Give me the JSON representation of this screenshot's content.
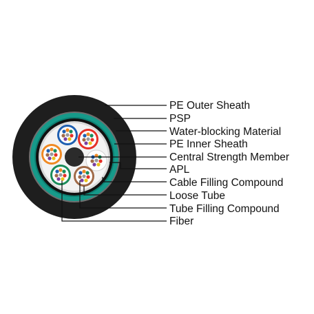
{
  "labels": [
    "PE Outer Sheath",
    "PSP",
    "Water-blocking Material",
    "PE Inner Sheath",
    "Central Strength Member",
    "APL",
    "Cable Filling Compound",
    "Loose Tube",
    "Tube Filling Compound",
    "Fiber"
  ],
  "colors": {
    "outer_sheath": "#1e1e1e",
    "psp": "#6e6e6e",
    "water_blocking": "#169a8a",
    "inner_sheath": "#111111",
    "apl": "#d9d9d9",
    "filling": "#f3f3f3",
    "central_member": "#2b2b2b",
    "leader": "#111111",
    "tubes": [
      "#1a8c5a",
      "#a06a48",
      "#ffffff",
      "#e53027",
      "#1f5fb0",
      "#f08a24"
    ]
  }
}
